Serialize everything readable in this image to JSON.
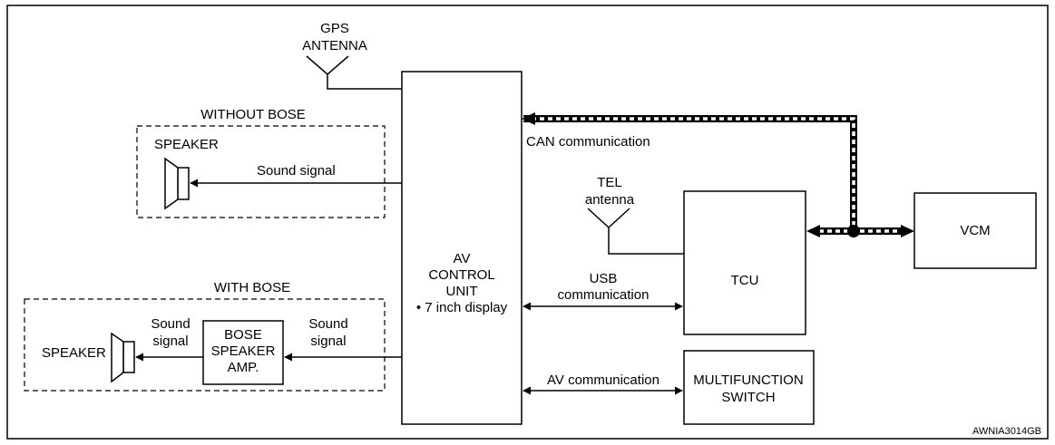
{
  "gps_antenna": {
    "line1": "GPS",
    "line2": "ANTENNA"
  },
  "without_bose": {
    "title": "WITHOUT BOSE",
    "speaker_label": "SPEAKER",
    "signal_label": "Sound signal"
  },
  "with_bose": {
    "title": "WITH BOSE",
    "speaker_label": "SPEAKER",
    "signal_left": {
      "line1": "Sound",
      "line2": "signal"
    },
    "amp": {
      "line1": "BOSE",
      "line2": "SPEAKER",
      "line3": "AMP."
    },
    "signal_right": {
      "line1": "Sound",
      "line2": "signal"
    }
  },
  "av_control_unit": {
    "line1": "AV",
    "line2": "CONTROL",
    "line3": "UNIT",
    "line4": "• 7 inch display"
  },
  "can_label": "CAN communication",
  "tel_antenna": {
    "line1": "TEL",
    "line2": "antenna"
  },
  "usb_label": {
    "line1": "USB",
    "line2": "communication"
  },
  "av_comm_label": "AV communication",
  "tcu_label": "TCU",
  "vcm_label": "VCM",
  "multifunction_switch": {
    "line1": "MULTIFUNCTION",
    "line2": "SWITCH"
  },
  "figure_code": "AWNIA3014GB"
}
